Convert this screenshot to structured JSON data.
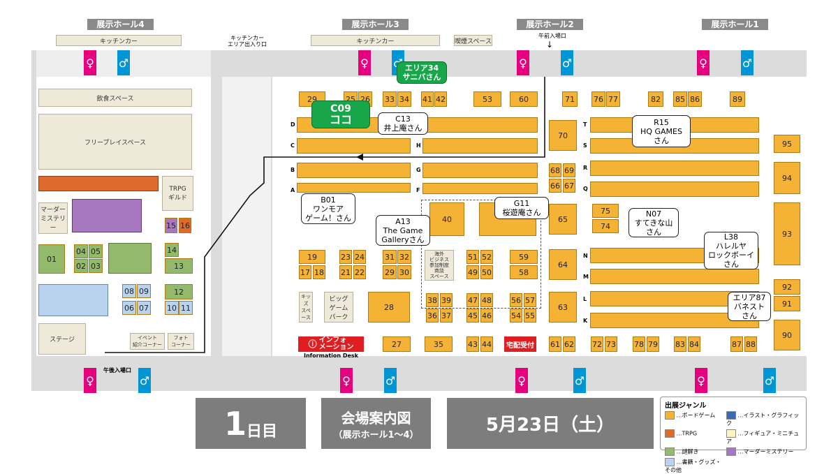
{
  "halls": {
    "hall4": "展示ホール4",
    "hall3": "展示ホール3",
    "hall2": "展示ホール2",
    "hall1": "展示ホール1"
  },
  "facilities": {
    "kitchen_car": "キッチンカー",
    "kitchen_car_entrance": "キッチンカー\nエリア出入り口",
    "smoking": "喫煙スペース",
    "am_entrance": "午前入場口",
    "pm_entrance": "午後入場口",
    "dining": "飲食スペース",
    "freeplay": "フリープレイスペース",
    "trpg_guild": "TRPG\nギルド",
    "murder_mystery": "マーダー\nミステリー",
    "stage": "ステージ",
    "event_corner": "イベント\n紹介コーナー",
    "photo_corner": "フォト\nコーナー",
    "kids": "キッズ\nスペース",
    "big_game_park": "ビッグ\nゲーム\nパーク",
    "info_desk": "インフォ\nメーション",
    "info_desk_en": "Information Desk",
    "delivery": "宅配受付",
    "overseas": "海外\nビジネス\n参加制度\n商談\nスペース"
  },
  "callouts": [
    {
      "id": "C09",
      "text1": "C09",
      "text2": "ココ"
    },
    {
      "id": "area34",
      "text1": "エリア34",
      "text2": "サニバさん"
    },
    {
      "id": "C13",
      "text1": "C13",
      "text2": "井上庵さん"
    },
    {
      "id": "R15",
      "text1": "R15",
      "text2": "HQ GAMES",
      "text3": "さん"
    },
    {
      "id": "B01",
      "text1": "B01",
      "text2": "ワンモア",
      "text3": "ゲーム！さん"
    },
    {
      "id": "A13",
      "text1": "A13",
      "text2": "The Game",
      "text3": "Galleryさん"
    },
    {
      "id": "G11",
      "text1": "G11",
      "text2": "桜遊庵さん"
    },
    {
      "id": "N07",
      "text1": "N07",
      "text2": "すてきな山",
      "text3": "さん"
    },
    {
      "id": "L38",
      "text1": "L38",
      "text2": "ハレルヤ",
      "text3": "ロックボーイ",
      "text4": "さん"
    },
    {
      "id": "area87",
      "text1": "エリア87",
      "text2": "バネスト",
      "text3": "さん"
    }
  ],
  "booths": {
    "hall3_top": [
      "29",
      "25",
      "26",
      "33",
      "34",
      "41",
      "42",
      "53",
      "60"
    ],
    "hall2_top": [
      "71",
      "76",
      "77",
      "82",
      "85",
      "86",
      "89"
    ],
    "hall3_mid": [
      "19",
      "17",
      "18",
      "23",
      "24",
      "21",
      "22",
      "31",
      "32",
      "29",
      "30",
      "40",
      "28"
    ],
    "hall3_lower": [
      "51",
      "52",
      "49",
      "50",
      "59",
      "58",
      "38",
      "39",
      "36",
      "37",
      "47",
      "48",
      "45",
      "46",
      "56",
      "57",
      "54",
      "55"
    ],
    "hall2_mid": [
      "70",
      "68",
      "69",
      "66",
      "67",
      "65",
      "64",
      "63",
      "75",
      "74"
    ],
    "hall1_right": [
      "95",
      "94",
      "93",
      "92",
      "91",
      "90"
    ],
    "bottom": [
      "27",
      "35",
      "43",
      "44",
      "61",
      "62",
      "72",
      "73",
      "78",
      "79",
      "83",
      "84",
      "87",
      "88"
    ],
    "hall4": [
      "15",
      "16",
      "14",
      "13",
      "12",
      "10",
      "11",
      "08",
      "09",
      "06",
      "07",
      "04",
      "05",
      "02",
      "03",
      "01"
    ]
  },
  "row_letters_left": [
    "D",
    "C",
    "B",
    "A"
  ],
  "row_letters_mid": [
    "H",
    "G",
    "F"
  ],
  "row_letters_right": [
    "T",
    "S",
    "R",
    "Q",
    "N",
    "M",
    "L",
    "K"
  ],
  "footer": {
    "day_number": "1",
    "day_suffix": "日目",
    "title": "会場案内図",
    "subtitle": "（展示ホール1～4）",
    "date": "5月23日（土）"
  },
  "legend": {
    "title": "出展ジャンル",
    "items": [
      {
        "label": "…ボードゲーム",
        "color": "#f5b335"
      },
      {
        "label": "…イラスト・グラフィック",
        "color": "#3d6bb3"
      },
      {
        "label": "…TRPG",
        "color": "#e06a2c"
      },
      {
        "label": "…フィギュア・ミニチュア",
        "color": "#fff4c0"
      },
      {
        "label": "…謎解き",
        "color": "#93b96a"
      },
      {
        "label": "…マーダーミステリー",
        "color": "#a777c0"
      },
      {
        "label": "…書籍・グッズ・その他",
        "color": "#b9d3ee"
      }
    ]
  }
}
